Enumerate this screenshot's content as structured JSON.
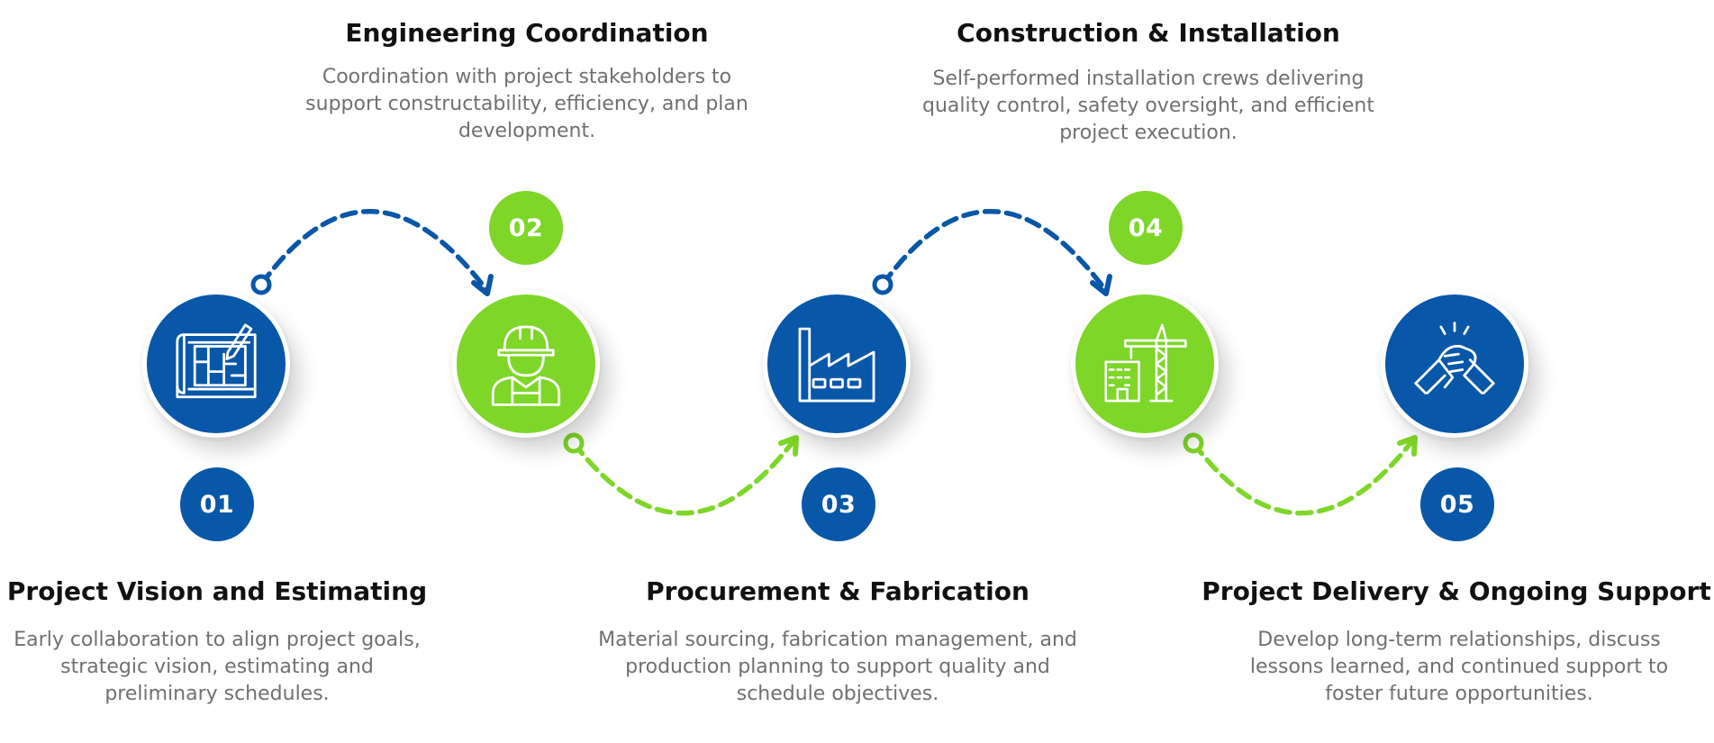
{
  "colors": {
    "blue": "#0857a8",
    "green": "#7ed628",
    "title": "#111111",
    "text": "#707070"
  },
  "steps": [
    {
      "number": "01",
      "title": "Project Vision and Estimating",
      "description": [
        "Early collaboration to align project goals,",
        "strategic vision, estimating and",
        "preliminary schedules."
      ],
      "icon": "blueprint-icon",
      "color": "blue"
    },
    {
      "number": "02",
      "title": "Engineering Coordination",
      "description": [
        "Coordination with project stakeholders to",
        "support constructability, efficiency, and plan",
        "development."
      ],
      "icon": "engineer-icon",
      "color": "green"
    },
    {
      "number": "03",
      "title": "Procurement & Fabrication",
      "description": [
        "Material sourcing, fabrication management, and",
        "production planning to support quality and",
        "schedule objectives."
      ],
      "icon": "factory-icon",
      "color": "blue"
    },
    {
      "number": "04",
      "title": "Construction & Installation",
      "description": [
        "Self-performed installation crews delivering",
        "quality control, safety oversight, and efficient",
        "project execution."
      ],
      "icon": "crane-building-icon",
      "color": "green"
    },
    {
      "number": "05",
      "title": "Project Delivery & Ongoing Support",
      "description": [
        "Develop long-term relationships, discuss",
        "lessons learned, and continued support to",
        "foster future opportunities."
      ],
      "icon": "handshake-icon",
      "color": "blue"
    }
  ]
}
